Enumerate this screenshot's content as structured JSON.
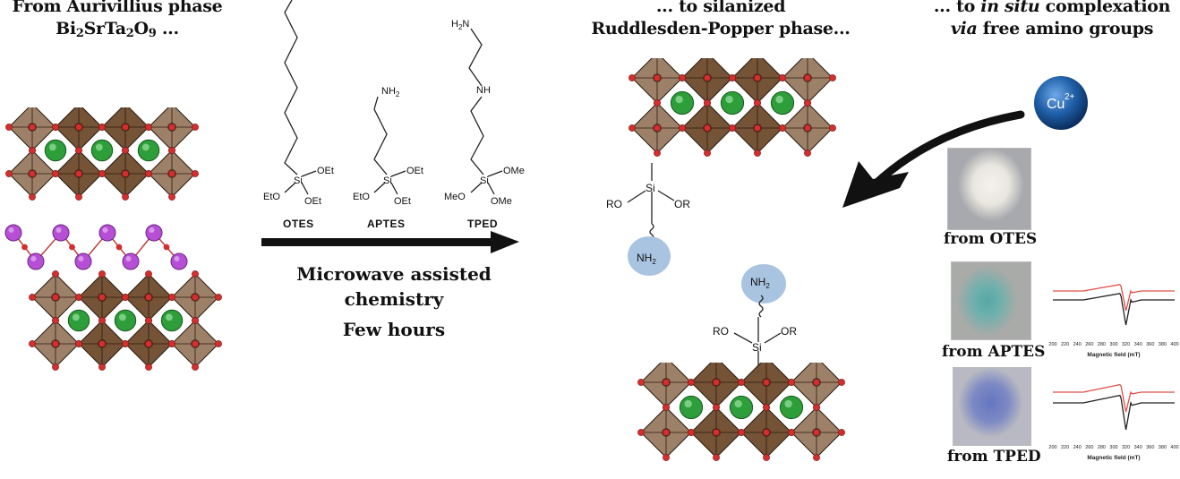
{
  "titles": {
    "left_line1": "From Aurivillius phase",
    "left_line2_parts": [
      "Bi",
      "2",
      "SrTa",
      "2",
      "O",
      "9",
      " ..."
    ],
    "middle_line1": "... to silanized",
    "middle_line2": "Ruddlesden-Popper phase...",
    "right_line1_a": "... to ",
    "right_line1_italic": "in situ",
    "right_line1_b": " complexation",
    "right_line2_italic": "via",
    "right_line2_b": " free amino groups"
  },
  "reagents": [
    {
      "name": "OTES",
      "substituents": [
        "OEt",
        "EtO",
        "OEt"
      ],
      "chain": "octyl"
    },
    {
      "name": "APTES",
      "substituents": [
        "OEt",
        "EtO",
        "OEt"
      ],
      "terminal": "NH2"
    },
    {
      "name": "TPED",
      "substituents": [
        "OMe",
        "MeO",
        "OMe"
      ],
      "terminal": "H2N",
      "middle": "NH"
    }
  ],
  "conditions": {
    "line1": "Microwave assisted",
    "line2": "chemistry",
    "line3": "Few hours"
  },
  "silane_groups": {
    "top": {
      "si": "Si",
      "left": "RO",
      "right": "OR",
      "amine": "NH2"
    },
    "bottom": {
      "si": "Si",
      "left": "RO",
      "right": "OR",
      "amine": "NH2"
    }
  },
  "ion": {
    "label": "Cu",
    "charge": "2+"
  },
  "samples": [
    {
      "label": "from OTES",
      "color": "#e8e6e0",
      "has_epr": false
    },
    {
      "label": "from APTES",
      "color": "#4fa3a3",
      "has_epr": true
    },
    {
      "label": "from TPED",
      "color": "#6b7bc0",
      "has_epr": true
    }
  ],
  "epr_axis": {
    "ticks": [
      "200",
      "220",
      "240",
      "260",
      "280",
      "300",
      "320",
      "340",
      "360",
      "380",
      "400"
    ],
    "xlabel": "Magnetic field (mT)"
  },
  "colors": {
    "octahedra": "#7a5a3c",
    "oxygen": "#d32f2f",
    "sr": "#2e9e3a",
    "bi": "#b64fd6",
    "amine_bubble": "#a9c4e0",
    "cu": "#1f5fa8",
    "epr_red": "#e0504a",
    "epr_black": "#222222"
  }
}
